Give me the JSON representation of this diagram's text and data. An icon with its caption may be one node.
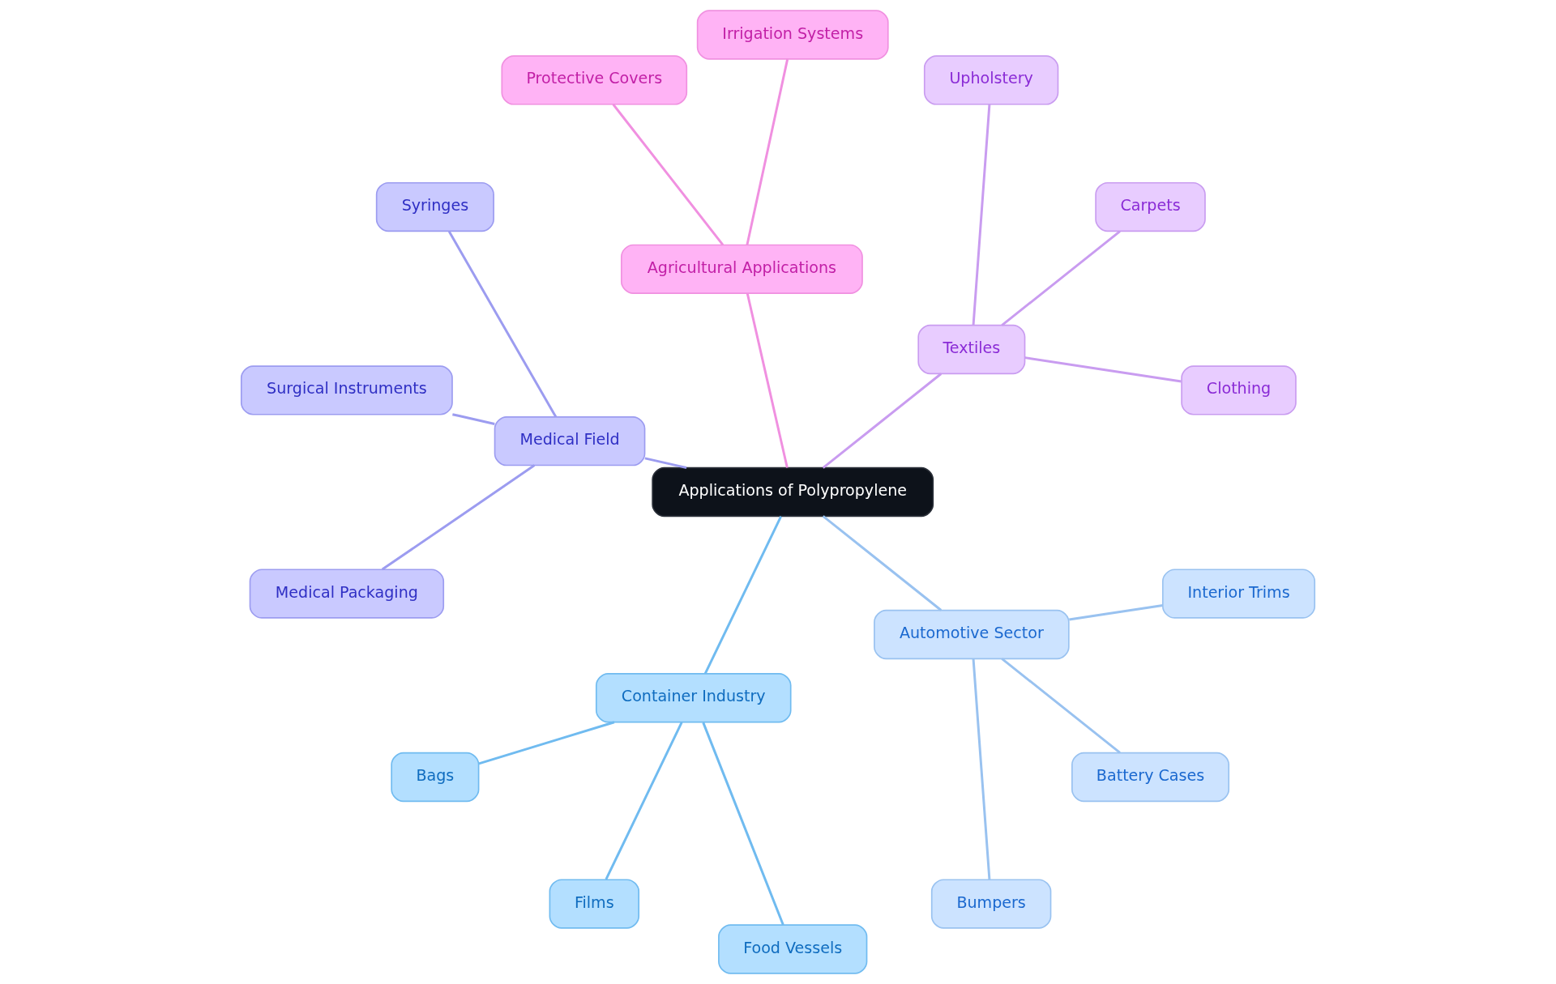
{
  "diagram": {
    "nodes": [
      {
        "text": [
          "Applications of Polypropylene"
        ]
      },
      {
        "text": [
          "Textiles"
        ]
      },
      {
        "text": [
          "Clothing"
        ]
      },
      {
        "text": [
          "Carpets"
        ]
      },
      {
        "text": [
          "Upholstery"
        ]
      },
      {
        "text": [
          "Agricultural Applications"
        ]
      },
      {
        "text": [
          "Irrigation Systems"
        ]
      },
      {
        "text": [
          "Protective Covers"
        ]
      },
      {
        "text": [
          "Medical Field"
        ]
      },
      {
        "text": [
          "Syringes"
        ]
      },
      {
        "text": [
          "Surgical Instruments"
        ]
      },
      {
        "text": [
          "Medical Packaging"
        ]
      },
      {
        "text": [
          "Container Industry"
        ]
      },
      {
        "text": [
          "Bags"
        ]
      },
      {
        "text": [
          "Films"
        ]
      },
      {
        "text": [
          "Food Vessels"
        ]
      },
      {
        "text": [
          "Automotive Sector"
        ]
      },
      {
        "text": [
          "Bumpers"
        ]
      },
      {
        "text": [
          "Battery Cases"
        ]
      },
      {
        "text": [
          "Interior Trims"
        ]
      }
    ],
    "edges": [
      {
        "from": 0,
        "to": 1,
        "arrow": "none",
        "color": "#c99cf0"
      },
      {
        "from": 1,
        "to": 2,
        "arrow": "none",
        "color": "#c99cf0"
      },
      {
        "from": 1,
        "to": 3,
        "arrow": "none",
        "color": "#c99cf0"
      },
      {
        "from": 1,
        "to": 4,
        "arrow": "none",
        "color": "#c99cf0"
      },
      {
        "from": 0,
        "to": 5,
        "arrow": "none",
        "color": "#f090e0"
      },
      {
        "from": 5,
        "to": 6,
        "arrow": "none",
        "color": "#f090e0"
      },
      {
        "from": 5,
        "to": 7,
        "arrow": "none",
        "color": "#f090e0"
      },
      {
        "from": 0,
        "to": 8,
        "arrow": "none",
        "color": "#9c9cf0"
      },
      {
        "from": 8,
        "to": 9,
        "arrow": "none",
        "color": "#9c9cf0"
      },
      {
        "from": 8,
        "to": 10,
        "arrow": "none",
        "color": "#9c9cf0"
      },
      {
        "from": 8,
        "to": 11,
        "arrow": "none",
        "color": "#9c9cf0"
      },
      {
        "from": 0,
        "to": 12,
        "arrow": "none",
        "color": "#70bbf0"
      },
      {
        "from": 12,
        "to": 13,
        "arrow": "none",
        "color": "#70bbf0"
      },
      {
        "from": 12,
        "to": 14,
        "arrow": "none",
        "color": "#70bbf0"
      },
      {
        "from": 12,
        "to": 15,
        "arrow": "none",
        "color": "#70bbf0"
      },
      {
        "from": 0,
        "to": 16,
        "arrow": "none",
        "color": "#99c2f0"
      },
      {
        "from": 16,
        "to": 17,
        "arrow": "none",
        "color": "#99c2f0"
      },
      {
        "from": 16,
        "to": 18,
        "arrow": "none",
        "color": "#99c2f0"
      },
      {
        "from": 16,
        "to": 19,
        "arrow": "none",
        "color": "#99c2f0"
      }
    ]
  }
}
